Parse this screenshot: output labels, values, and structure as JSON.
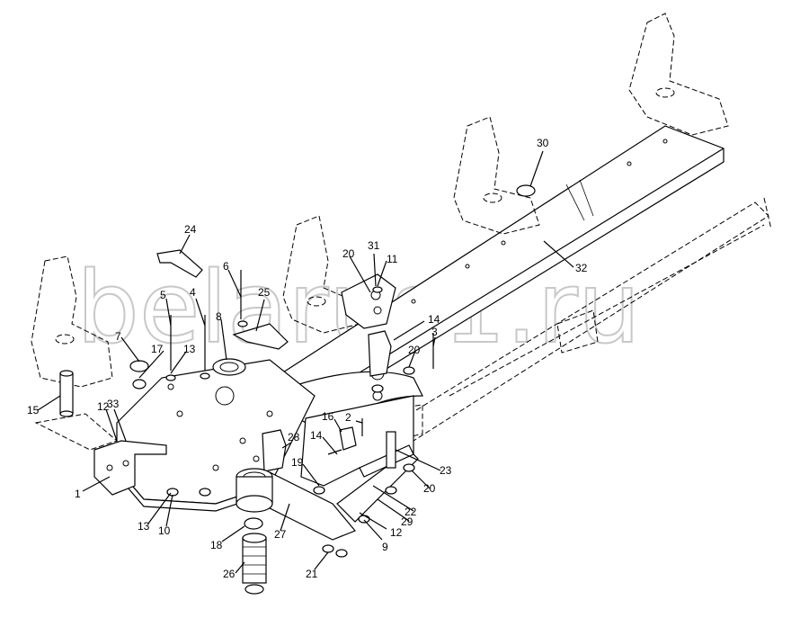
{
  "watermark": {
    "text": "belarus1.ru"
  },
  "corner_logo": {
    "text": ""
  },
  "callouts": [
    {
      "id": "c1",
      "text": "1"
    },
    {
      "id": "c2",
      "text": "2"
    },
    {
      "id": "c3",
      "text": "3"
    },
    {
      "id": "c4",
      "text": "4"
    },
    {
      "id": "c5",
      "text": "5"
    },
    {
      "id": "c6",
      "text": "6"
    },
    {
      "id": "c7",
      "text": "7"
    },
    {
      "id": "c8",
      "text": "8"
    },
    {
      "id": "c9",
      "text": "9"
    },
    {
      "id": "c10",
      "text": "10"
    },
    {
      "id": "c11",
      "text": "11"
    },
    {
      "id": "c12a",
      "text": "12"
    },
    {
      "id": "c12b",
      "text": "12"
    },
    {
      "id": "c13a",
      "text": "13"
    },
    {
      "id": "c13b",
      "text": "13"
    },
    {
      "id": "c14a",
      "text": "14"
    },
    {
      "id": "c14b",
      "text": "14"
    },
    {
      "id": "c15",
      "text": "15"
    },
    {
      "id": "c16",
      "text": "16"
    },
    {
      "id": "c17",
      "text": "17"
    },
    {
      "id": "c18",
      "text": "18"
    },
    {
      "id": "c19",
      "text": "19"
    },
    {
      "id": "c20a",
      "text": "20"
    },
    {
      "id": "c20b",
      "text": "20"
    },
    {
      "id": "c20c",
      "text": "20"
    },
    {
      "id": "c21",
      "text": "21"
    },
    {
      "id": "c22",
      "text": "22"
    },
    {
      "id": "c23",
      "text": "23"
    },
    {
      "id": "c24",
      "text": "24"
    },
    {
      "id": "c25",
      "text": "25"
    },
    {
      "id": "c26",
      "text": "26"
    },
    {
      "id": "c27",
      "text": "27"
    },
    {
      "id": "c28",
      "text": "28"
    },
    {
      "id": "c29",
      "text": "29"
    },
    {
      "id": "c30",
      "text": "30"
    },
    {
      "id": "c31",
      "text": "31"
    },
    {
      "id": "c32",
      "text": "32"
    },
    {
      "id": "c33",
      "text": "33"
    }
  ]
}
